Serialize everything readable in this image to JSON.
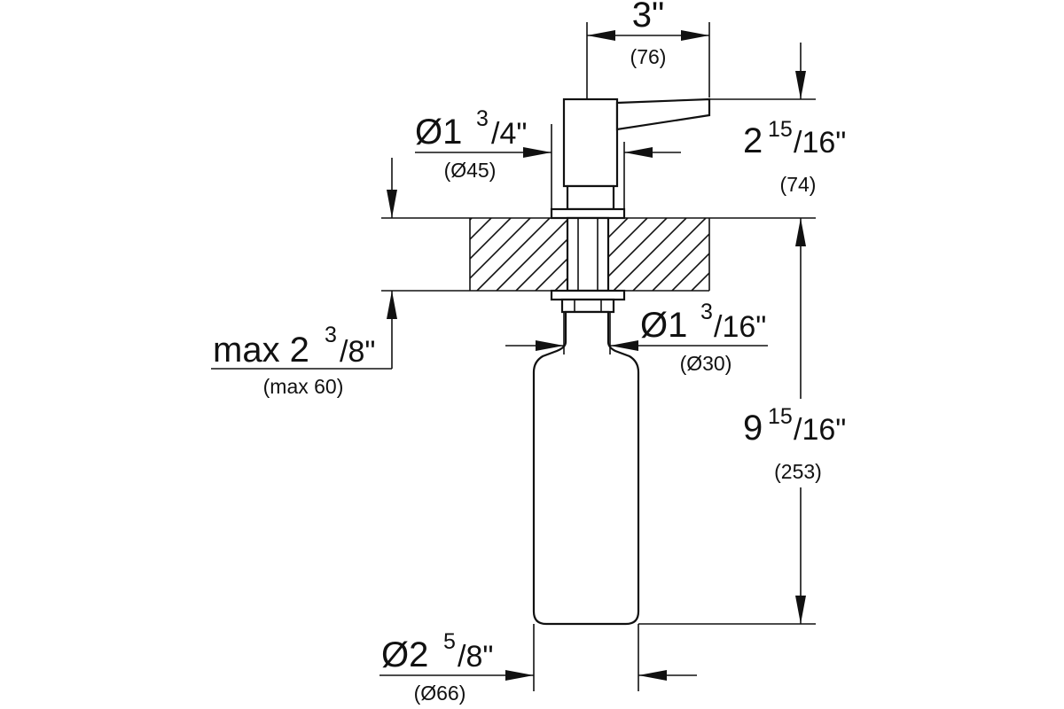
{
  "dims": {
    "width_top": {
      "value": "3\"",
      "mm": "(76)"
    },
    "head_height": {
      "whole": "2",
      "num": "15",
      "den": "/16\"",
      "mm": "(74)"
    },
    "head_diameter": {
      "whole": "Ø1",
      "num": "3",
      "den": "/4\"",
      "mm": "(Ø45)"
    },
    "thickness": {
      "whole": "max 2",
      "num": "3",
      "den": "/8\"",
      "mm": "(max 60)"
    },
    "shank_diameter": {
      "whole": "Ø1",
      "num": "3",
      "den": "/16\"",
      "mm": "(Ø30)"
    },
    "bottle_height": {
      "whole": "9",
      "num": "15",
      "den": "/16\"",
      "mm": "(253)"
    },
    "bottle_diameter": {
      "whole": "Ø2",
      "num": "5",
      "den": "/8\"",
      "mm": "(Ø66)"
    }
  }
}
